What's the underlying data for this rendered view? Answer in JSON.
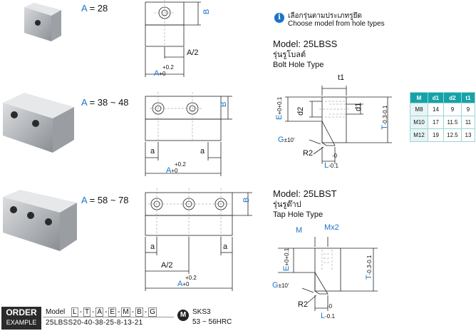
{
  "blocks": [
    {
      "a_label": "A",
      "a_range": "= 28"
    },
    {
      "a_label": "A",
      "a_range": "= 38 ~ 48"
    },
    {
      "a_label": "A",
      "a_range": "= 58 ~ 78"
    }
  ],
  "dims": {
    "B": "B",
    "A2": "A/2",
    "A": "A",
    "a": "a",
    "tol_plus": "+0.2",
    "tol_zero": "+0"
  },
  "info": {
    "thai": "เลือกรุ่นตามประเภทรูยึด",
    "english": "Choose model from hole types"
  },
  "bolt_model": {
    "title": "Model: 25LBSS",
    "thai": "รุ่นรูโบลต์",
    "type": "Bolt Hole Type",
    "t1": "t1",
    "d2": "d2",
    "d1": "d1",
    "E": "E",
    "E_tol_plus": "+0.1",
    "E_tol_zero": "+0",
    "T": "T",
    "T_tol_a": "-0.1",
    "T_tol_b": "-0.3",
    "G": "G",
    "G_tol": "±10'",
    "R2": "R2",
    "L": "L",
    "L_tol_a": "-0",
    "L_tol_b": "-0.1"
  },
  "tap_model": {
    "title": "Model: 25LBST",
    "thai": "รุ่นรูต๊าป",
    "type": "Tap Hole Type",
    "M": "M",
    "Mx2": "Mx2",
    "E": "E",
    "E_tol_plus": "+0.1",
    "E_tol_zero": "+0",
    "T": "T",
    "T_tol_a": "-0.1",
    "T_tol_b": "-0.3",
    "G": "G",
    "G_tol": "±10'",
    "R2": "R2",
    "L": "L",
    "L_tol_a": "-0",
    "L_tol_b": "-0.1"
  },
  "table": {
    "headers": [
      "M",
      "d1",
      "d2",
      "t1"
    ],
    "rows": [
      [
        "M8",
        "14",
        "9",
        "9"
      ],
      [
        "M10",
        "17",
        "11.5",
        "11"
      ],
      [
        "M12",
        "19",
        "12.5",
        "13"
      ]
    ]
  },
  "order": {
    "label1": "ORDER",
    "label2": "EXAMPLE",
    "model_label": "Model",
    "chips": [
      "L",
      "-",
      "T",
      "-",
      "A",
      "-",
      "E",
      "-",
      "M",
      "-",
      "B",
      "-",
      "G"
    ],
    "example": "25LBSS20-40-38-25-8-13-21",
    "material_badge": "M",
    "material": "SKS3",
    "hardness": "53 ~ 56HRC"
  },
  "colors": {
    "accent_blue": "#1a73c7",
    "table_header": "#16a3a8",
    "order_bg": "#2b2b2b"
  }
}
